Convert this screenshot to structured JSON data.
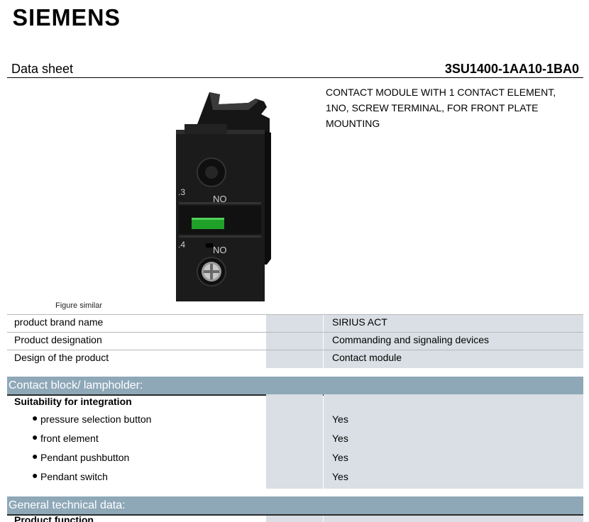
{
  "brand": {
    "logo_text": "SIEMENS"
  },
  "header": {
    "left": "Data sheet",
    "right": "3SU1400-1AA10-1BA0"
  },
  "figure": {
    "caption": "Figure similar",
    "terminal_labels": [
      ".3",
      "NO",
      ".4",
      "NO"
    ],
    "colors": {
      "body": "#1b1b1b",
      "highlight": "#2d2d2d",
      "indicator": "#1fa12a"
    }
  },
  "description": {
    "lines": [
      "CONTACT MODULE WITH 1 CONTACT ELEMENT,",
      "1NO, SCREW TERMINAL, FOR FRONT PLATE",
      "MOUNTING"
    ]
  },
  "general_rows": [
    {
      "label": "product brand name",
      "value": "SIRIUS ACT"
    },
    {
      "label": "Product designation",
      "value": "Commanding and signaling devices"
    },
    {
      "label": "Design of the product",
      "value": "Contact module"
    }
  ],
  "sections": [
    {
      "title": "Contact block/ lampholder:",
      "group_label": "Suitability for integration",
      "items": [
        {
          "label": "pressure selection button",
          "value": "Yes"
        },
        {
          "label": "front element",
          "value": "Yes"
        },
        {
          "label": "Pendant pushbutton",
          "value": "Yes"
        },
        {
          "label": "Pendant switch",
          "value": "Yes"
        }
      ]
    },
    {
      "title": "General technical data:",
      "group_label": "Product function"
    }
  ],
  "colors": {
    "section_bg": "#8ea8b8",
    "value_bg": "#d9dfe4"
  }
}
